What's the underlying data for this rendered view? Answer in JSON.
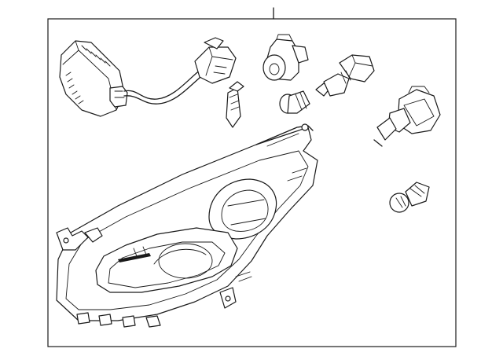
{
  "diagram": {
    "parts": [
      {
        "name": "ballast-module",
        "icon": "ballast-icon"
      },
      {
        "name": "igniter-harness",
        "icon": "wire-harness-icon"
      },
      {
        "name": "bulb-socket",
        "icon": "socket-icon"
      },
      {
        "name": "wedge-bulb-small",
        "icon": "bulb-icon"
      },
      {
        "name": "turn-signal-bulb",
        "icon": "bulb-icon"
      },
      {
        "name": "socket-with-bulb",
        "icon": "socket-icon"
      },
      {
        "name": "hid-bulb",
        "icon": "bulb-icon"
      },
      {
        "name": "side-marker-bulb",
        "icon": "bulb-icon"
      },
      {
        "name": "headlamp-assembly",
        "icon": "headlamp-icon"
      }
    ],
    "colors": {
      "line": "#1a1a1a",
      "background": "#ffffff"
    }
  }
}
